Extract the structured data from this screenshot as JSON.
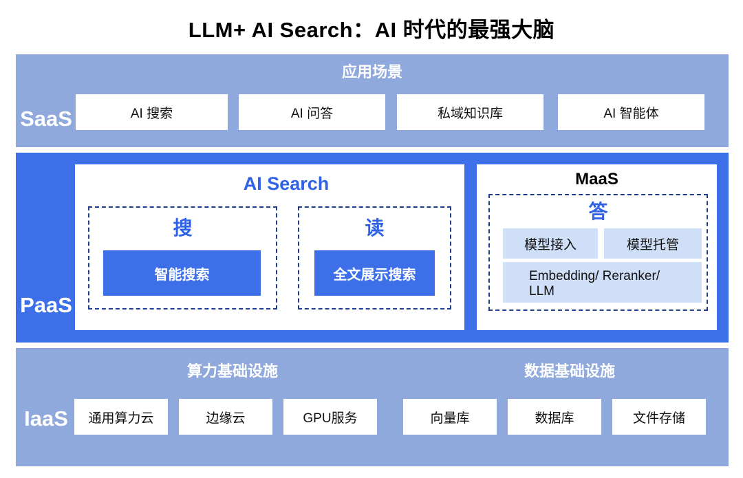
{
  "title": "LLM+ AI Search：AI 时代的最强大脑",
  "saas": {
    "label": "SaaS",
    "heading": "应用场景",
    "items": [
      "AI 搜索",
      "AI 问答",
      "私域知识库",
      "AI 智能体"
    ]
  },
  "paas": {
    "label": "PaaS",
    "ai_search": {
      "title": "AI Search",
      "search": {
        "glyph": "搜",
        "button": "智能搜索"
      },
      "read": {
        "glyph": "读",
        "button": "全文展示搜索"
      }
    },
    "maas": {
      "title": "MaaS",
      "glyph": "答",
      "items": [
        "模型接入",
        "模型托管"
      ],
      "wide_item_line1": "Embedding/ Reranker/",
      "wide_item_line2": "LLM"
    }
  },
  "iaas": {
    "label": "IaaS",
    "compute": {
      "heading": "算力基础设施",
      "items": [
        "通用算力云",
        "边缘云",
        "GPU服务"
      ]
    },
    "data": {
      "heading": "数据基础设施",
      "items": [
        "向量库",
        "数据库",
        "文件存储"
      ]
    }
  }
}
